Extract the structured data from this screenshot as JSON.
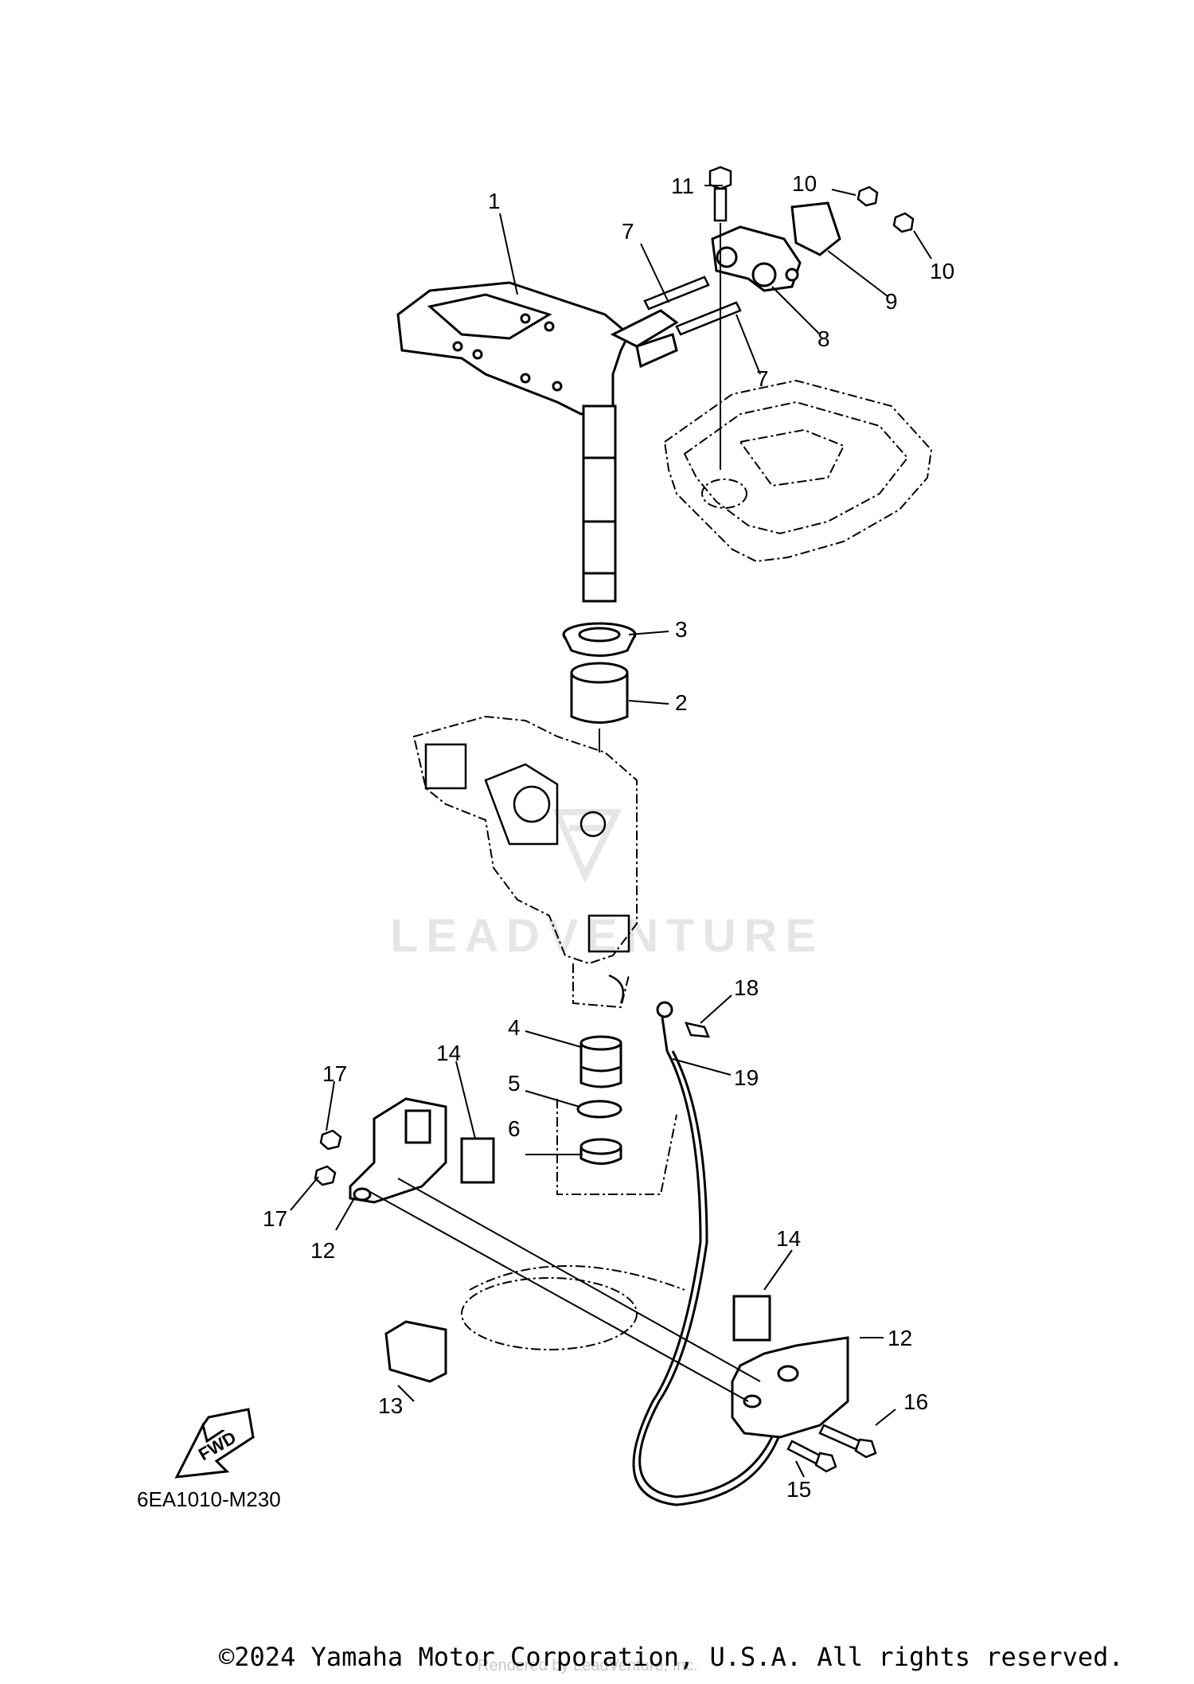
{
  "callouts": [
    "1",
    "2",
    "3",
    "4",
    "5",
    "6",
    "7",
    "7",
    "8",
    "9",
    "10",
    "10",
    "11",
    "12",
    "12",
    "13",
    "14",
    "14",
    "15",
    "16",
    "17",
    "17",
    "18",
    "19"
  ],
  "diagram_code": "6EA1010-M230",
  "fwd_label": "FWD",
  "watermark": "LEADVENTURE",
  "watermark_sub": "Rendered by LeadVenture, Inc.",
  "copyright": "©2024 Yamaha Motor Corporation, U.S.A. All rights reserved."
}
